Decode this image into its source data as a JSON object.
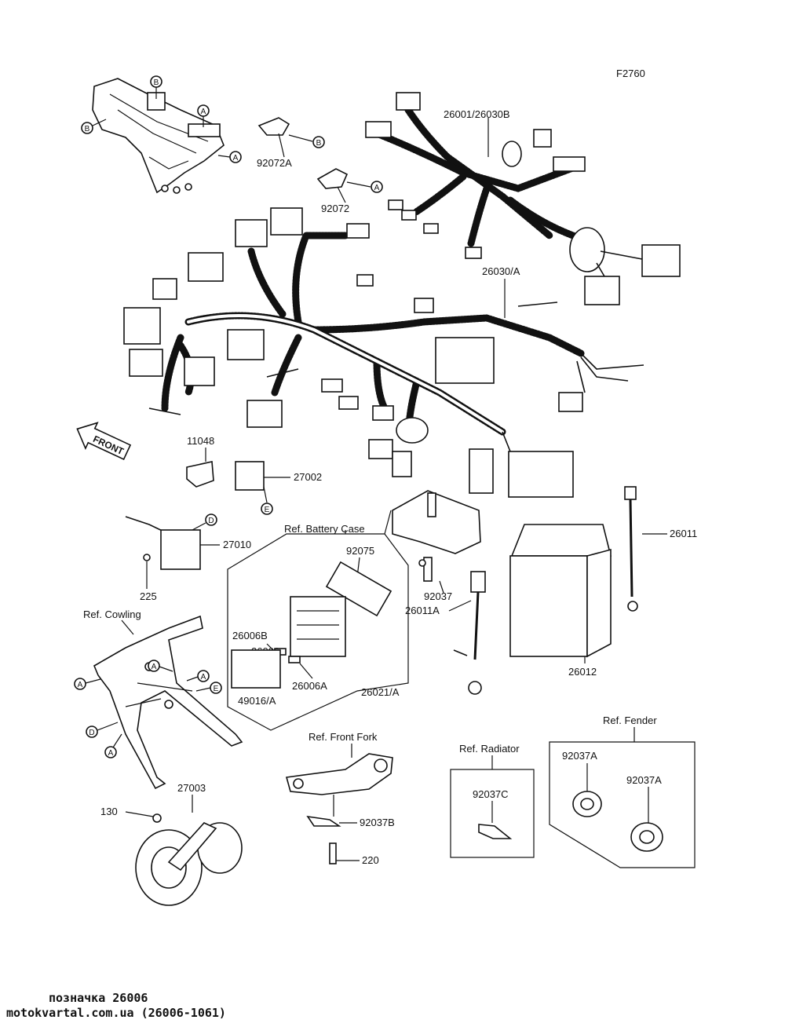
{
  "figure_code": "F2760",
  "front_arrow_label": "FRONT",
  "parts": {
    "p92072A": "92072A",
    "p92072": "92072",
    "p26001": "26001/26030B",
    "p26030A": "26030/A",
    "p11048": "11048",
    "p27002": "27002",
    "p27010": "27010",
    "p225": "225",
    "p92075": "92075",
    "p26006B": "26006B",
    "p26006": "26006",
    "p26006A": "26006A",
    "p49016A": "49016/A",
    "p26021A": "26021/A",
    "p92037": "92037",
    "p26011A": "26011A",
    "p26011": "26011",
    "p26012": "26012",
    "p27003": "27003",
    "p130": "130",
    "p92037B": "92037B",
    "p220": "220",
    "p92037C": "92037C",
    "p92037A_1": "92037A",
    "p92037A_2": "92037A"
  },
  "refs": {
    "battery_case": "Ref. Battery Case",
    "cowling": "Ref. Cowling",
    "front_fork": "Ref. Front Fork",
    "radiator": "Ref. Radiator",
    "fender": "Ref. Fender"
  },
  "callouts": {
    "A": "A",
    "B": "B",
    "D": "D",
    "E": "E"
  },
  "footer": {
    "line1": "позначка 26006",
    "line2": "motokvartal.com.ua (26006-1061)"
  }
}
